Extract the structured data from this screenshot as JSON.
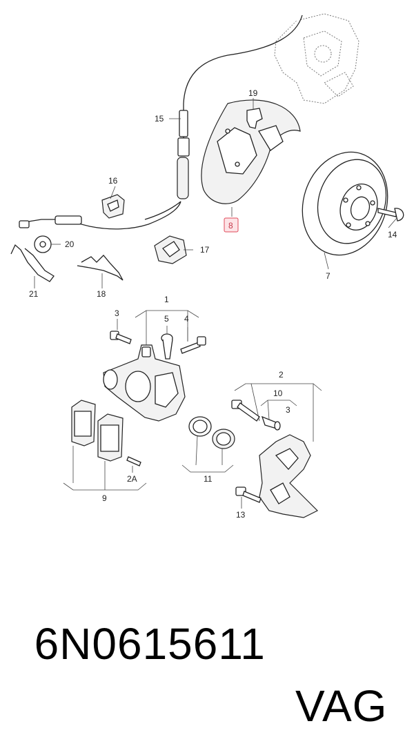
{
  "labels": {
    "p1": "1",
    "p2": "2",
    "p2a": "2A",
    "p3a": "3",
    "p3b": "3",
    "p4": "4",
    "p5": "5",
    "p7": "7",
    "p8": "8",
    "p9": "9",
    "p10": "10",
    "p11": "11",
    "p13": "13",
    "p14": "14",
    "p15": "15",
    "p16": "16",
    "p17": "17",
    "p18": "18",
    "p19": "19",
    "p20": "20",
    "p21": "21"
  },
  "highlighted_part": "8",
  "caption": {
    "part_number": "6N0615611",
    "brand": "VAG"
  },
  "colors": {
    "highlight": "#e04a5a",
    "highlight_fill": "#fde3e6",
    "line": "#222222"
  }
}
